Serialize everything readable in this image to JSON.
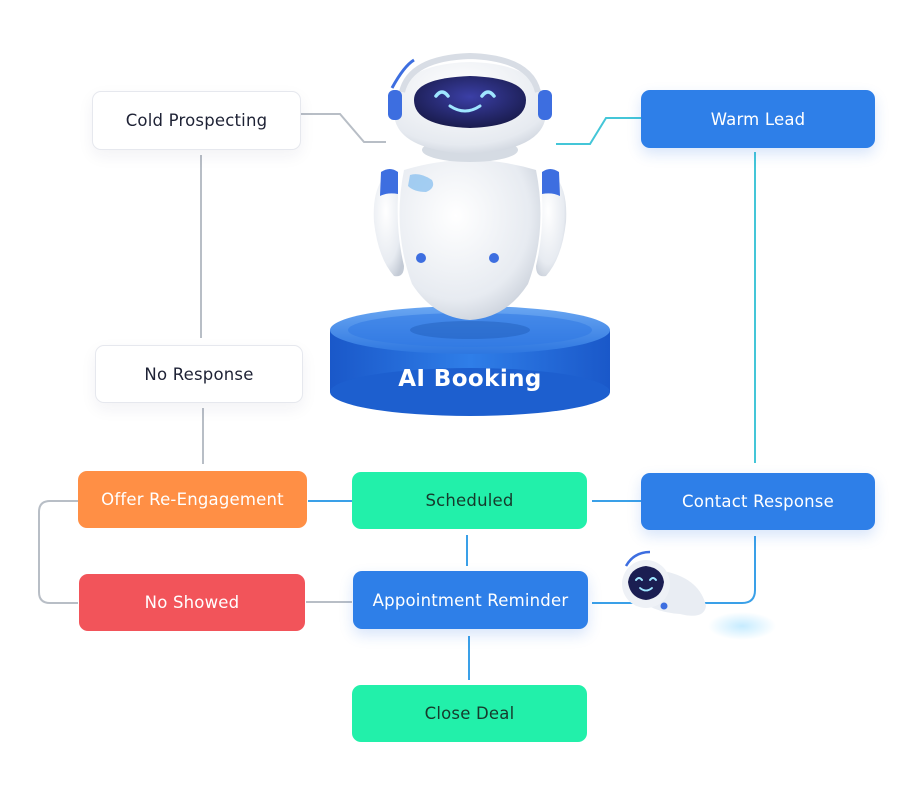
{
  "colors": {
    "blue": "#2e7fe8",
    "green": "#22f0aa",
    "orange": "#ff8f45",
    "red": "#f2545a",
    "line_gray": "#b8bec6",
    "line_teal": "#44c6d8",
    "line_blue": "#3aa0e8"
  },
  "center": {
    "label": "AI Booking",
    "icon": "robot-icon"
  },
  "nodes": {
    "cold_prospecting": "Cold Prospecting",
    "warm_lead": "Warm Lead",
    "no_response": "No Response",
    "offer_reengagement": "Offer Re-Engagement",
    "scheduled": "Scheduled",
    "contact_response": "Contact Response",
    "no_showed": "No Showed",
    "appointment_reminder": "Appointment Reminder",
    "close_deal": "Close Deal"
  }
}
